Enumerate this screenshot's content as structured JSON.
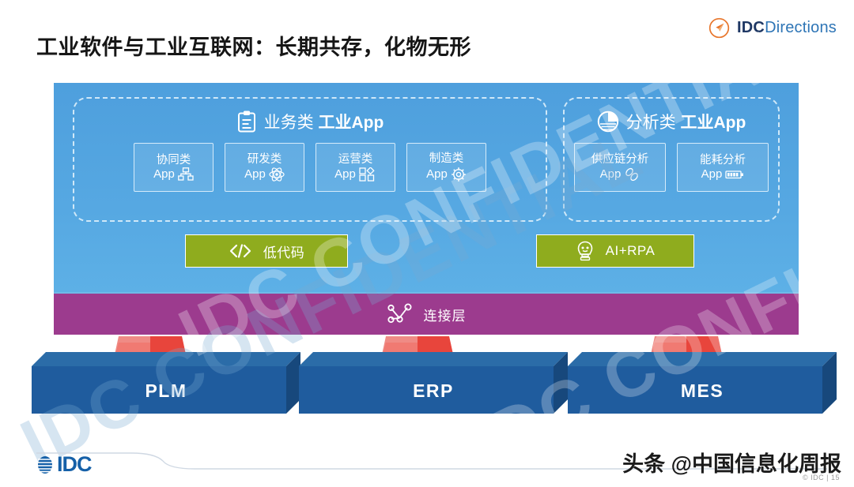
{
  "header": {
    "title": "工业软件与工业互联网：长期共存，化物无形",
    "brand_bold": "IDC",
    "brand_light": "Directions",
    "brand_icon": "compass-arrow-icon",
    "brand_color_primary": "#1f3864",
    "brand_color_secondary": "#2e75b6",
    "brand_accent": "#e8762c"
  },
  "diagram": {
    "panel_color": "#56a8e2",
    "connect_band_color": "#9c3b8e",
    "pill_color": "#8fac1e",
    "block_color": "#1f5c9e",
    "plug_color": "#e8453c",
    "groups": [
      {
        "id": "business",
        "icon": "clipboard-icon",
        "title_normal": "业务类 ",
        "title_bold": "工业App",
        "cards": [
          {
            "line1": "协同类",
            "line2": "App",
            "icon": "org-chart-icon"
          },
          {
            "line1": "研发类",
            "line2": "App",
            "icon": "atom-icon"
          },
          {
            "line1": "运营类",
            "line2": "App",
            "icon": "shapes-icon"
          },
          {
            "line1": "制造类",
            "line2": "App",
            "icon": "gear-icon"
          }
        ]
      },
      {
        "id": "analytics",
        "icon": "pie-analytics-icon",
        "title_normal": "分析类 ",
        "title_bold": "工业App",
        "cards": [
          {
            "line1": "供应链分析",
            "line2": "App",
            "icon": "chain-link-icon"
          },
          {
            "line1": "能耗分析",
            "line2": "App",
            "icon": "battery-icon"
          }
        ]
      }
    ],
    "pills": [
      {
        "id": "low-code",
        "label": "低代码",
        "icon": "code-brackets-icon"
      },
      {
        "id": "ai-rpa",
        "label": "AI+RPA",
        "icon": "robot-head-icon"
      }
    ],
    "connect_layer": {
      "label": "连接层",
      "icon": "network-nodes-icon"
    },
    "base_blocks": [
      {
        "label": "PLM"
      },
      {
        "label": "ERP"
      },
      {
        "label": "MES"
      }
    ]
  },
  "watermark": {
    "line_a": "IDC CONFIDENTIAL",
    "line_b": "IDC CONFIDENTIAL",
    "line_c": "IDC CONFIDENTIAL"
  },
  "footer": {
    "logo_text": "IDC",
    "logo_icon": "idc-globe-icon",
    "channel_watermark": "头条 @中国信息化周报",
    "copyright": "© IDC | 15"
  }
}
